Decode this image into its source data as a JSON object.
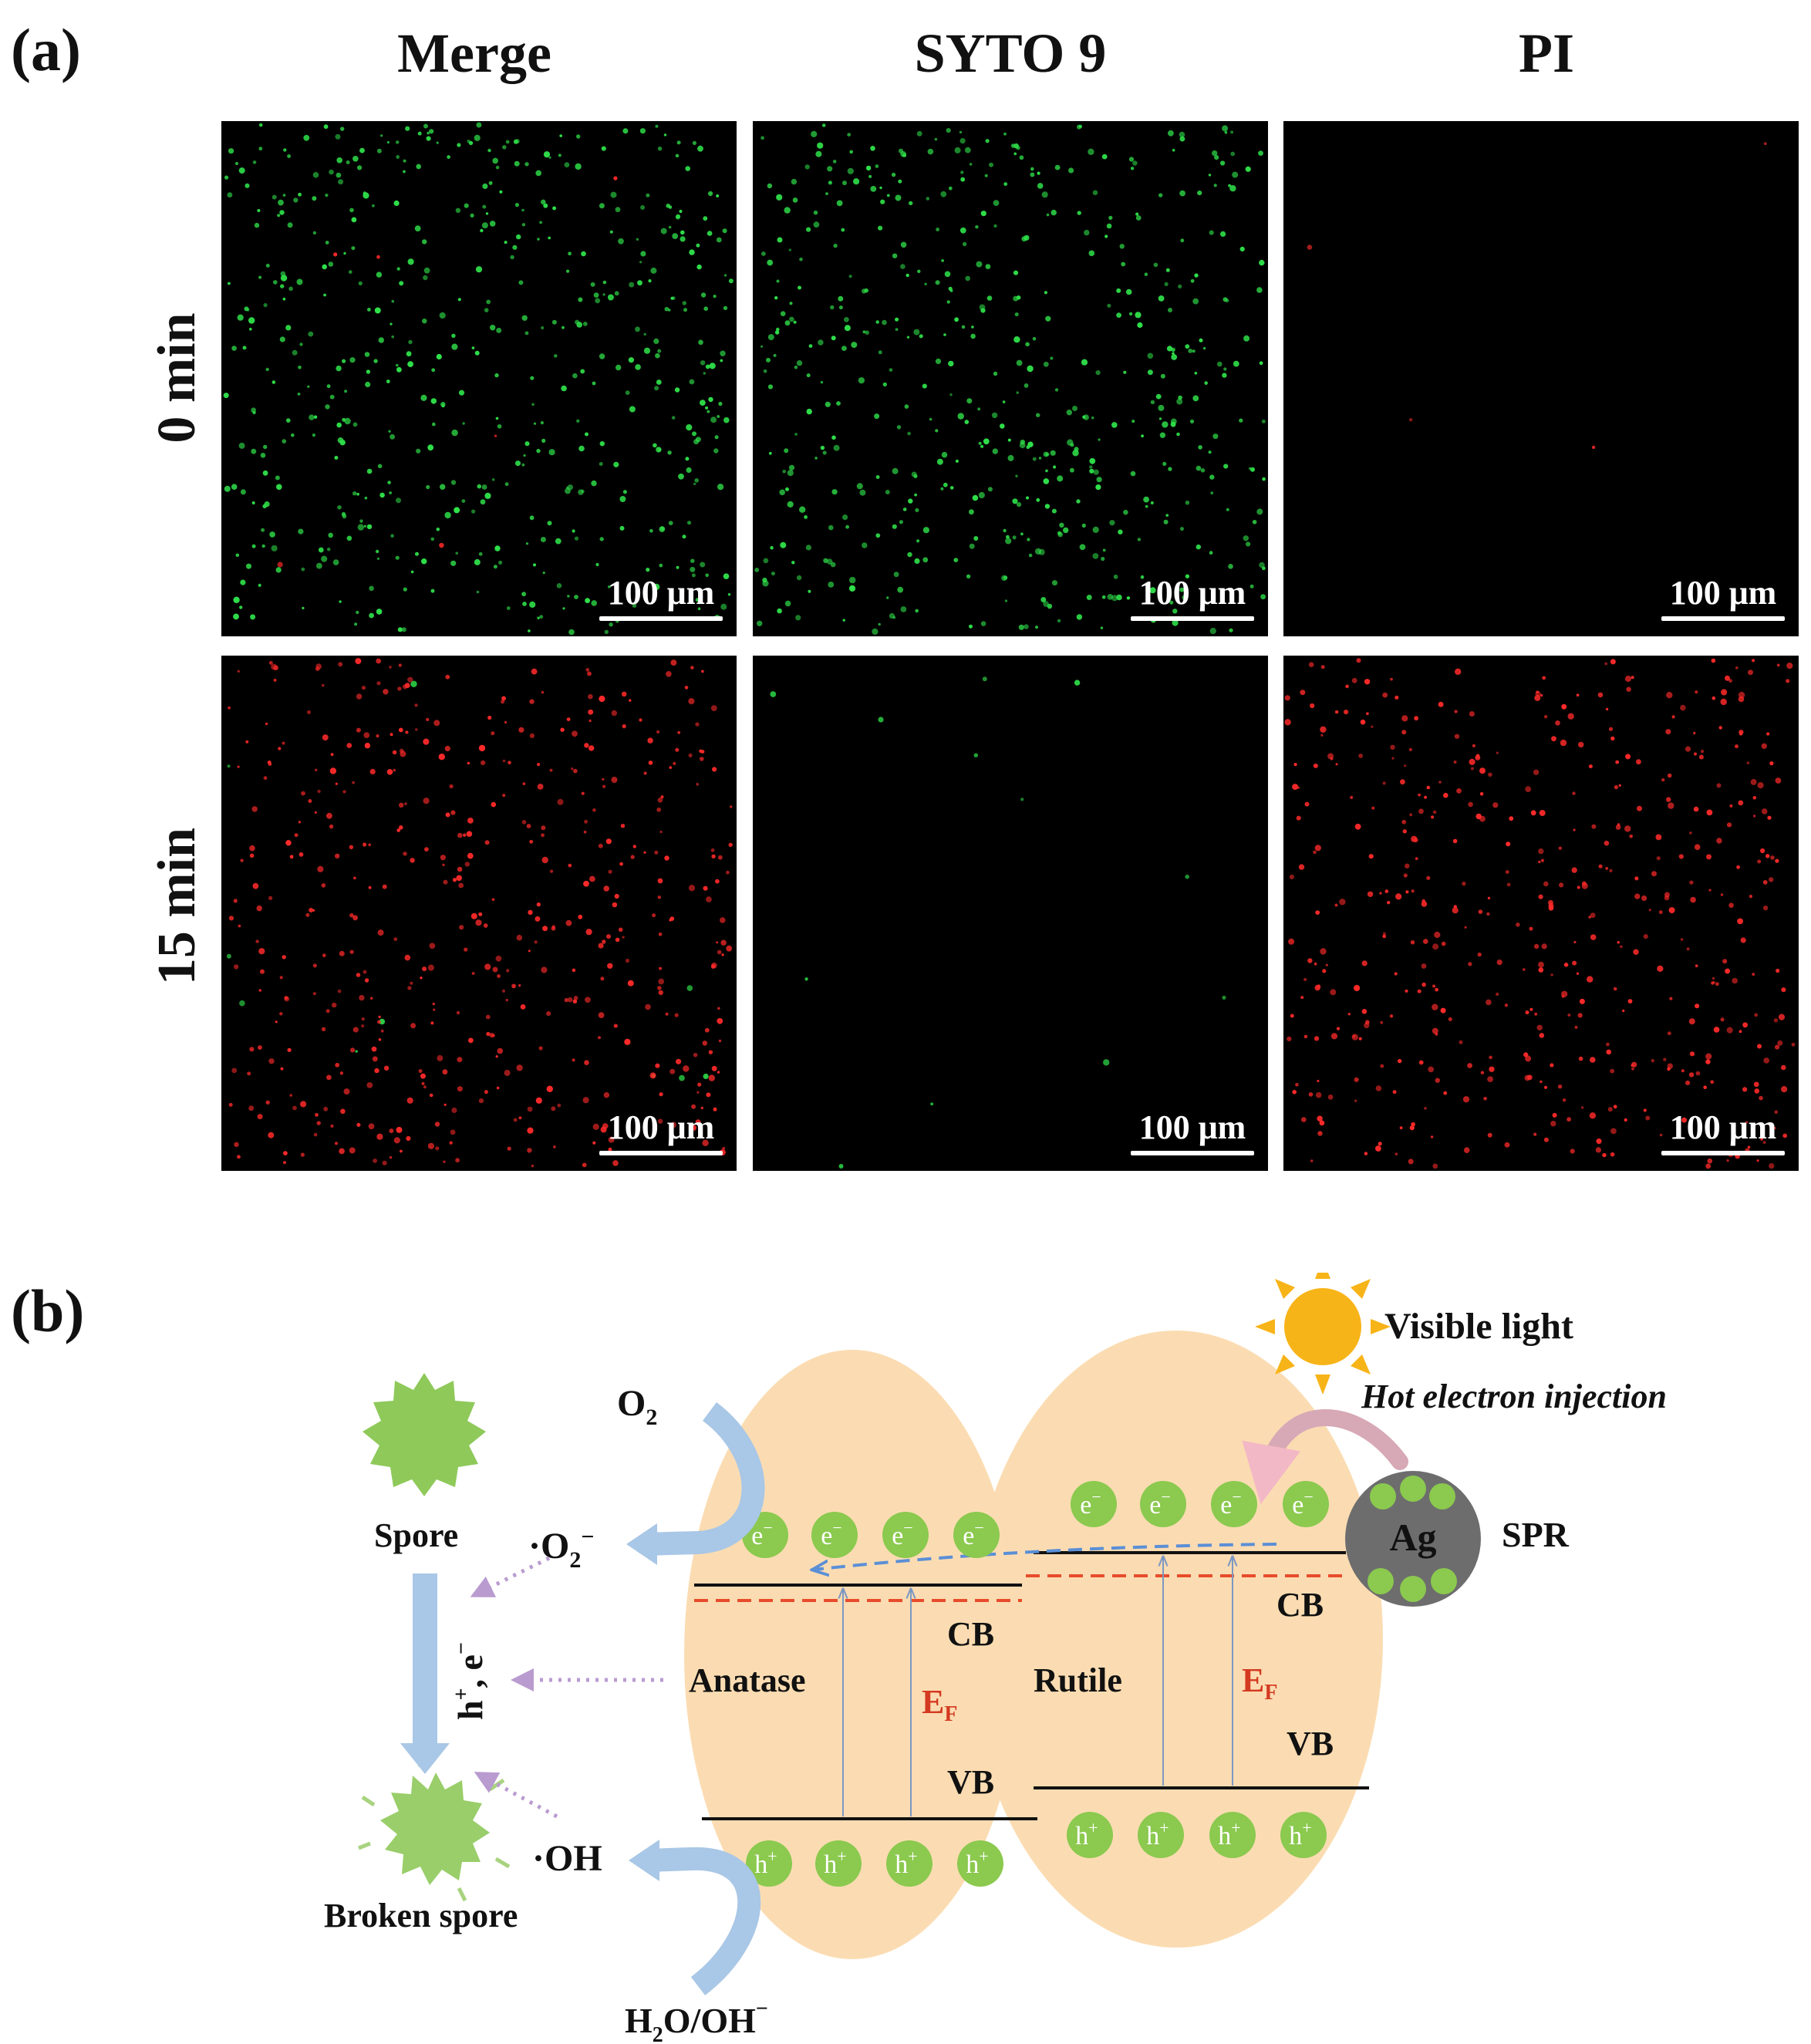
{
  "panel_a": {
    "letter": "(a)",
    "columns": [
      "Merge",
      "SYTO 9",
      "PI"
    ],
    "rows": [
      "0 min",
      "15 min"
    ],
    "scale_bar": "100 μm",
    "cells": [
      {
        "row": 0,
        "col": 0,
        "green": 520,
        "red": 6
      },
      {
        "row": 0,
        "col": 1,
        "green": 520,
        "red": 0
      },
      {
        "row": 0,
        "col": 2,
        "green": 0,
        "red": 4
      },
      {
        "row": 1,
        "col": 0,
        "green": 10,
        "red": 480
      },
      {
        "row": 1,
        "col": 1,
        "green": 12,
        "red": 0
      },
      {
        "row": 1,
        "col": 2,
        "green": 0,
        "red": 480
      }
    ],
    "colors": {
      "green": "#2fe14a",
      "red": "#ff2a2a"
    }
  },
  "panel_b": {
    "letter": "(b)",
    "visible_light": "Visible light",
    "hot_electron": "Hot electron injection",
    "spr": "SPR",
    "ag": "Ag",
    "spore": "Spore",
    "broken_spore": "Broken spore",
    "o2": "O",
    "o2_sub": "2",
    "superoxide": "·O",
    "superoxide_sub": "2",
    "superoxide_sup": "−",
    "hydroxyl": "·OH",
    "water": "H",
    "water_sub": "2",
    "water_rest": "O/OH",
    "water_sup": "−",
    "carriers": "h",
    "carriers_sup": "+",
    "carriers_mid": ", e",
    "carriers_sup2": "−",
    "anatase": "Anatase",
    "rutile": "Rutile",
    "cb": "CB",
    "vb": "VB",
    "ef": "E",
    "ef_sub": "F",
    "electron": "e",
    "electron_sup": "−",
    "hole": "h",
    "hole_sup": "+",
    "colors": {
      "particle": "#fbdcb2",
      "ball": "#8bc94f",
      "ag": "#6d6d6d",
      "arrow": "#a9c7e6",
      "sun": "#f7b418",
      "pink": "#d7a8b6",
      "dashed_red": "#e84c2b",
      "dashed_blue": "#5b8fd6",
      "dotted": "#b99bd0",
      "spore": "#8ec95a"
    }
  }
}
